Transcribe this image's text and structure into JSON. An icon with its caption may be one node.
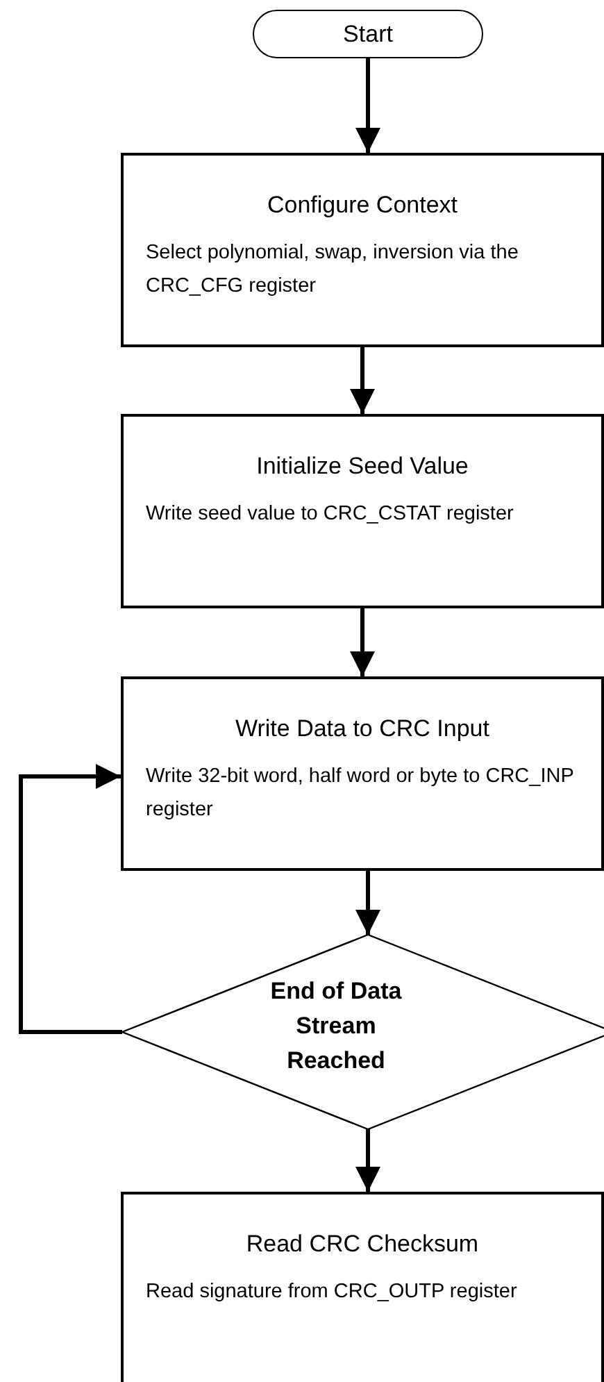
{
  "diagram": {
    "nodes": [
      {
        "text": [
          "Start"
        ]
      },
      {
        "text": [
          "Configure Context",
          "Select polynomial, swap, inversion via the CRC_CFG register"
        ]
      },
      {
        "text": [
          "Initialize Seed Value",
          "Write seed value to CRC_CSTAT register"
        ]
      },
      {
        "text": [
          "Write Data to CRC Input",
          "Write 32-bit word, half word or byte to CRC_INP register"
        ]
      },
      {
        "text": [
          "End of Data Stream Reached"
        ]
      },
      {
        "text": [
          "Read CRC Checksum",
          "Read signature from CRC_OUTP register"
        ]
      }
    ],
    "edges": [
      {
        "from": 0,
        "to": 1,
        "arrow": "to"
      },
      {
        "from": 1,
        "to": 2,
        "arrow": "to"
      },
      {
        "from": 2,
        "to": 3,
        "arrow": "to"
      },
      {
        "from": 3,
        "to": 4,
        "arrow": "to"
      },
      {
        "from": 4,
        "to": 5,
        "arrow": "to"
      },
      {
        "from": 4,
        "to": 3,
        "arrow": "to"
      }
    ]
  }
}
